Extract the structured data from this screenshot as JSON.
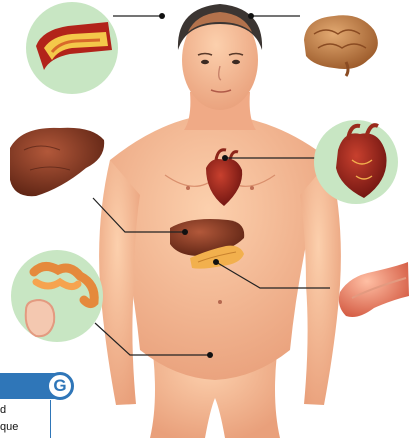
{
  "colors": {
    "accent": "#2f76b8",
    "skin": "#f3b38f",
    "hair": "#3b3532",
    "callout_bg": "#c8e6c3",
    "leader_line": "#222222"
  },
  "badge": {
    "letter": "G"
  },
  "caption": {
    "line1": "d",
    "line2": "que"
  },
  "icons": [
    "artery-icon",
    "brain-icon",
    "liver-icon",
    "heart-icon",
    "intestine-icon",
    "pancreas-icon"
  ]
}
